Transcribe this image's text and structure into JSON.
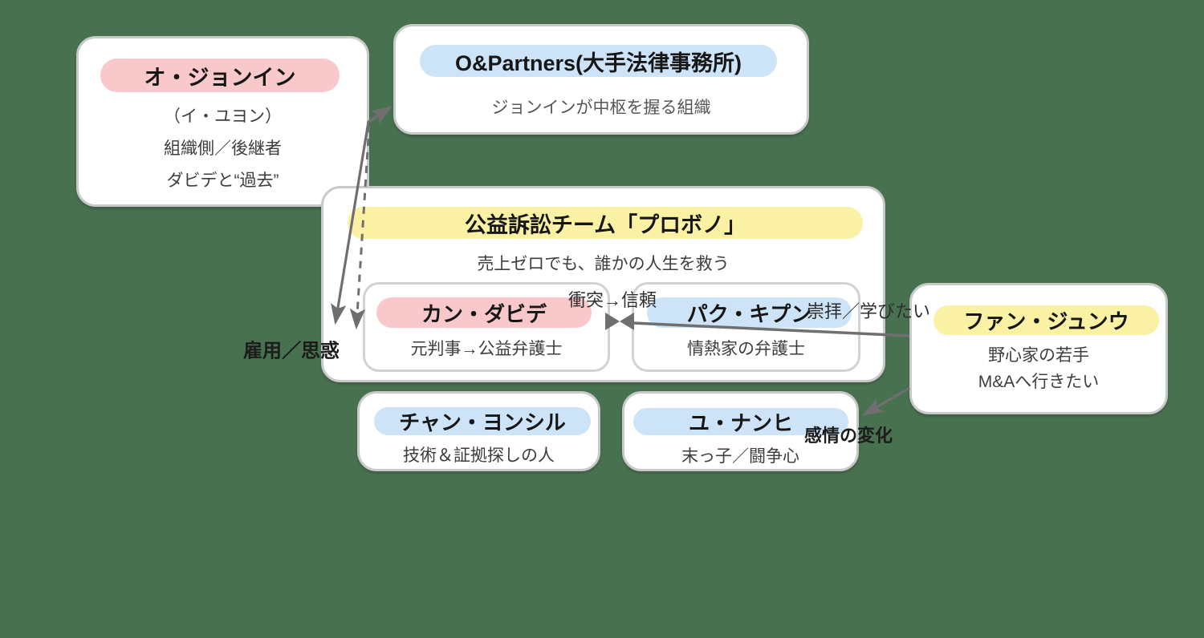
{
  "background_color": "#48714f",
  "palette": {
    "pink_pill": "#f9c8cb",
    "blue_pill": "#cde3f8",
    "yellow_pill": "#faf1a5",
    "card_border": "#c9c9c9",
    "arrow_gray": "#6f6f6f"
  },
  "cards": {
    "jungin": {
      "title": "オ・ジョンイン",
      "lines": [
        "（イ・ユヨン）",
        "組織側／後継者",
        "ダビデと“過去”"
      ]
    },
    "opartners": {
      "title": "O&Partners(大手法律事務所)",
      "sub": "ジョンインが中枢を握る組織"
    },
    "probono": {
      "title": "公益訴訟チーム「プロボノ」",
      "sub": "売上ゼロでも、誰かの人生を救う"
    },
    "davide": {
      "title": "カン・ダビデ",
      "sub": "元判事→公益弁護士"
    },
    "kibun": {
      "title": "パク・キプン",
      "sub": "情熱家の弁護士"
    },
    "junwoo": {
      "title": "ファン・ジュンウ",
      "lines": [
        "野心家の若手",
        "M&Aへ行きたい"
      ]
    },
    "yeongsil": {
      "title": "チャン・ヨンシル",
      "sub": "技術＆証拠探しの人"
    },
    "nanhee": {
      "title": "ユ・ナンヒ",
      "sub": "末っ子／闘争心"
    }
  },
  "edge_labels": {
    "conflict_trust": "衝突→信頼",
    "admire": "崇拝／学びたい",
    "hire": "雇用／思惑",
    "emotion": "感情の変化"
  }
}
